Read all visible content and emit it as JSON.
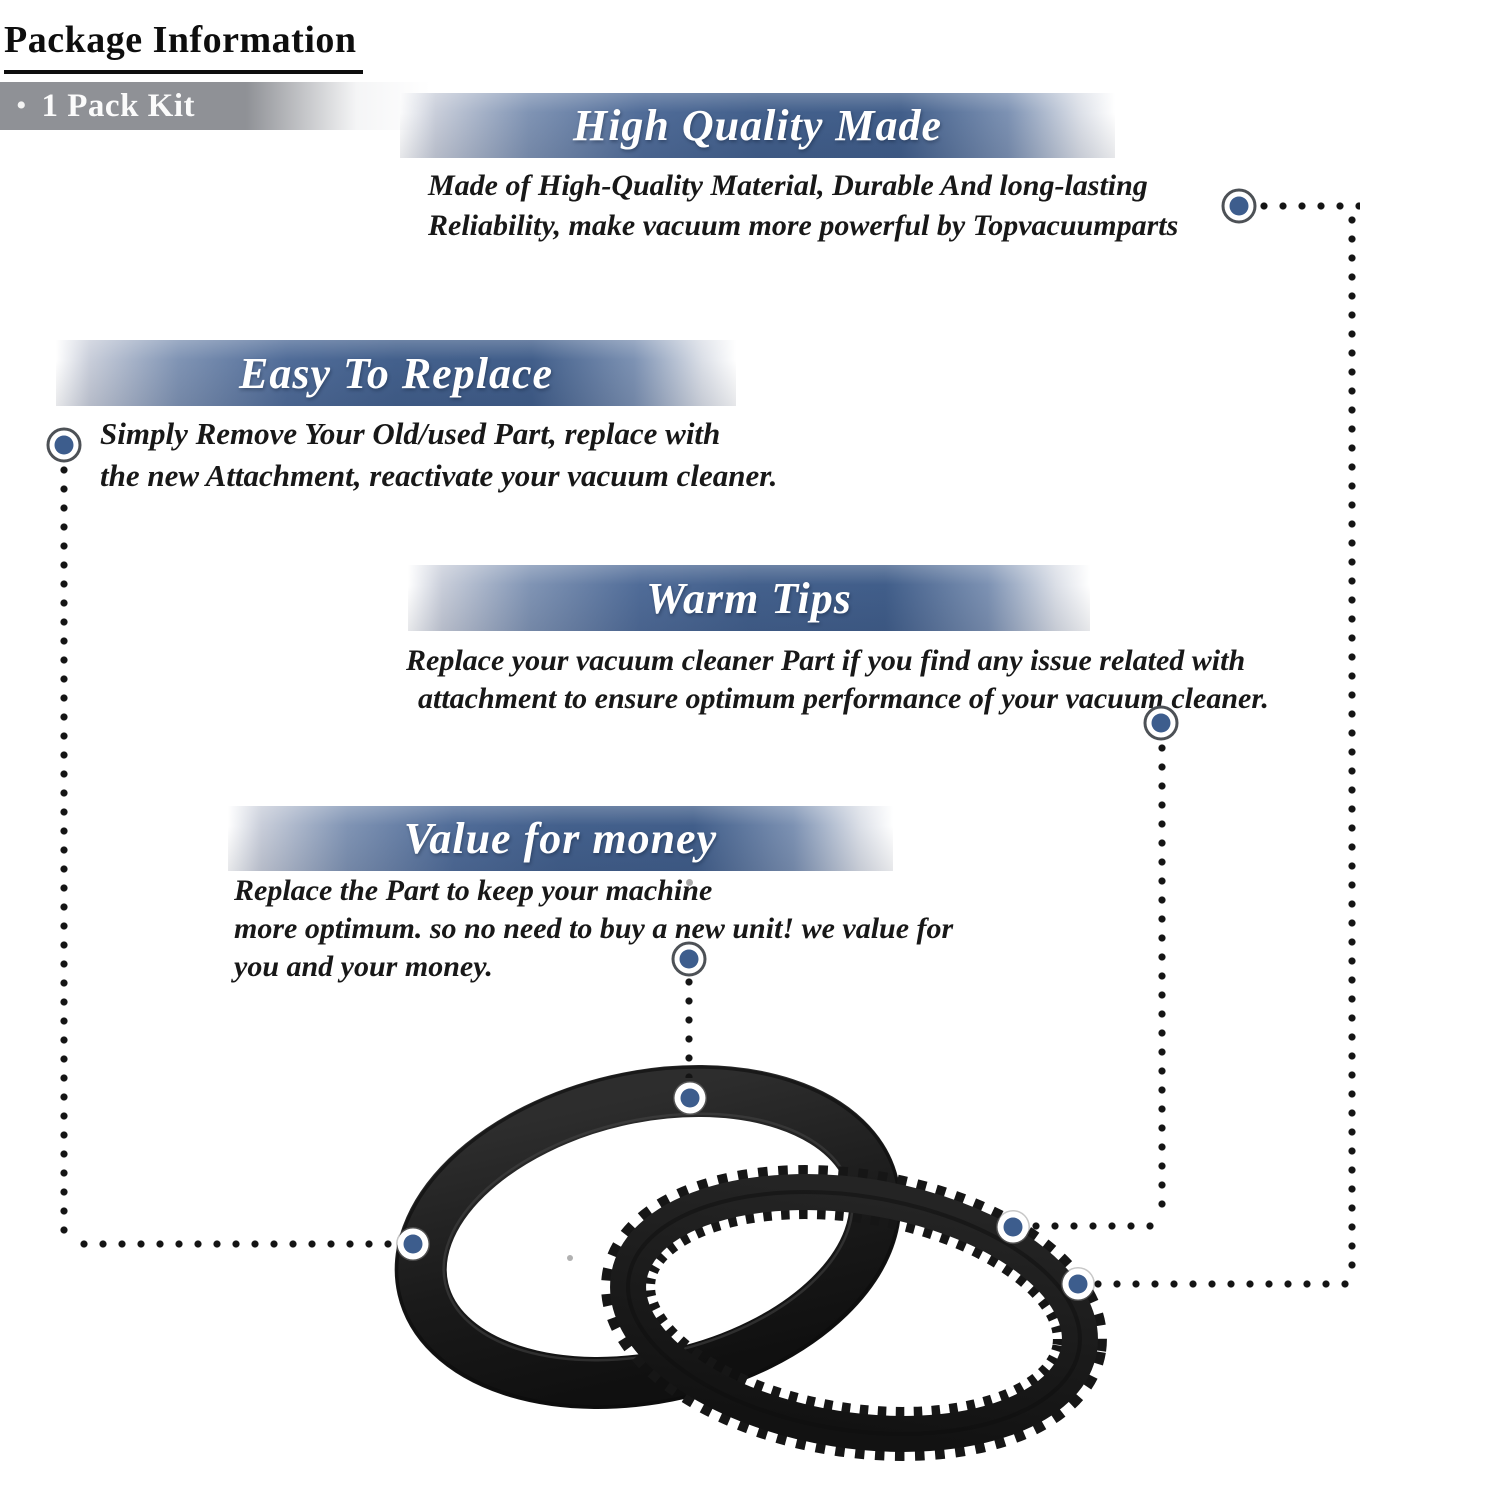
{
  "header": {
    "title": "Package Information",
    "badge": {
      "bullet": "•",
      "label": "1 Pack Kit"
    }
  },
  "sections": [
    {
      "title": "High Quality Made",
      "lines": [
        "Made of  High-Quality Material, Durable And long-lasting",
        "Reliability, make vacuum more powerful by Topvacuumparts"
      ]
    },
    {
      "title": "Easy To Replace",
      "lines": [
        "Simply Remove Your Old/used Part, replace with",
        "the new Attachment, reactivate your vacuum cleaner."
      ]
    },
    {
      "title": "Warm Tips",
      "lines": [
        "Replace your vacuum cleaner Part if you find any issue related with",
        "attachment to ensure optimum performance of your vacuum cleaner."
      ]
    },
    {
      "title": "Value for money",
      "lines": [
        "Replace the Part to keep your machine",
        "more optimum. so no need to buy a new unit! we value for",
        "you and your money."
      ]
    }
  ],
  "colors": {
    "banner_blue": "#43608c",
    "banner_gray": "#8f9196",
    "marker_blue": "#3d5d8d",
    "marker_ring": "#4d5156",
    "dotted_line": "#141414",
    "text": "#141414",
    "belt_black": "#1b1b1b"
  },
  "graphics": {
    "belts": [
      "flat-smooth-belt",
      "geared-toothed-belt"
    ],
    "markers": [
      "high-quality-callout",
      "easy-replace-callout",
      "warm-tips-callout",
      "value-money-callout",
      "flat-belt-side-point",
      "flat-belt-top-point",
      "geared-belt-upper-point",
      "geared-belt-lower-point"
    ]
  }
}
